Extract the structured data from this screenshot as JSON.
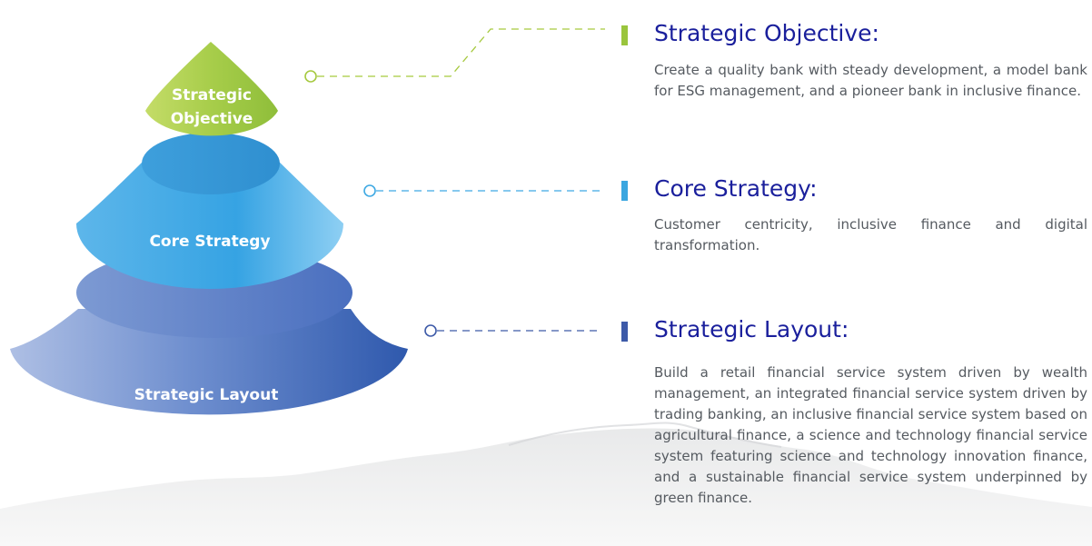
{
  "pyramid": {
    "top_label_line1": "Strategic",
    "top_label_line2": "Objective",
    "middle_label": "Core Strategy",
    "bottom_label": "Strategic Layout"
  },
  "sections": [
    {
      "title": "Strategic Objective:",
      "body": "Create a quality bank with steady development, a model bank for ESG management, and a pioneer bank in inclusive finance.",
      "color": "#9ac53d"
    },
    {
      "title": "Core Strategy:",
      "body": "Customer centricity, inclusive finance and digital transformation.",
      "color": "#3aa6e0"
    },
    {
      "title": "Strategic Layout:",
      "body": "Build a retail financial service system driven by wealth management, an integrated financial service system driven by trading banking, an inclusive financial service system based on agricultural finance, a science and technology financial service system featuring science and technology innovation finance, and a sustainable financial service system underpinned by green finance.",
      "color": "#3d5aa8"
    }
  ],
  "colors": {
    "title_text": "#1a1f9c",
    "body_text": "#555a60",
    "objective_green": "#9ac53d",
    "core_blue": "#3aa6e0",
    "layout_blue": "#3d5aa8"
  }
}
